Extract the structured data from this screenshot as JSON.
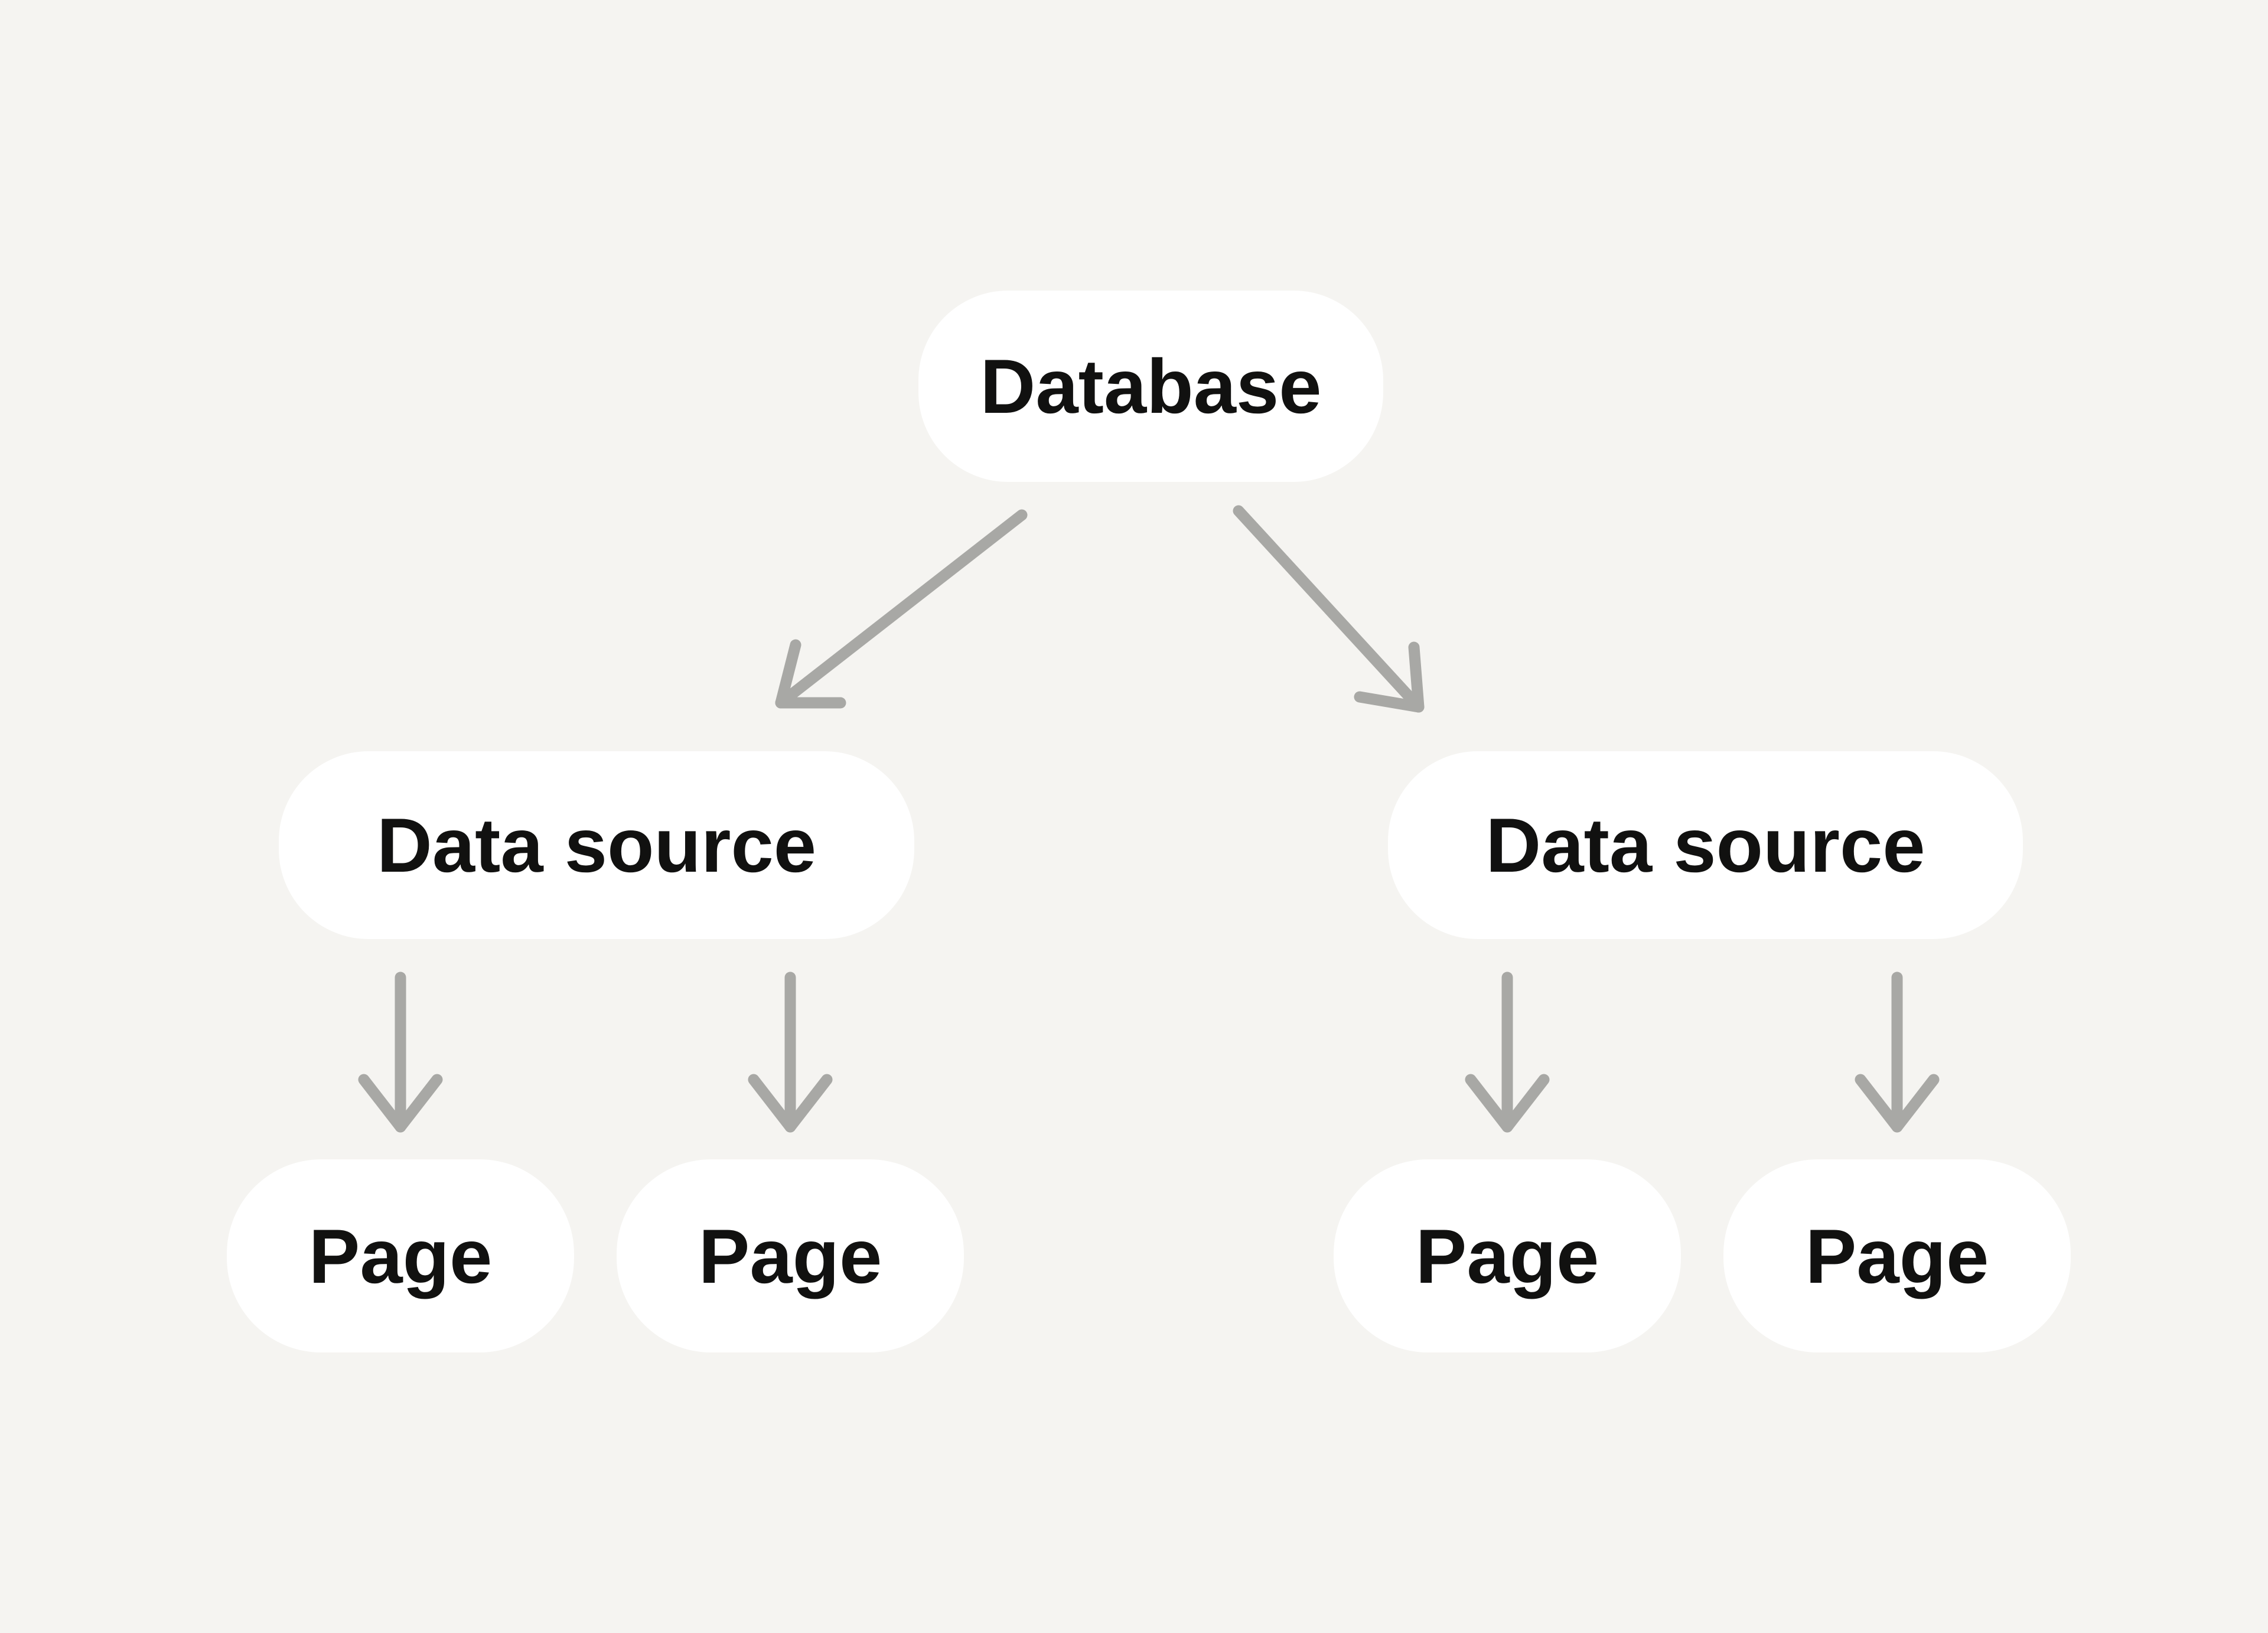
{
  "diagram": {
    "colors": {
      "background": "#F5F4F1",
      "node_fill": "#FFFFFF",
      "label_text": "#111110",
      "arrow": "#A8A8A5"
    },
    "nodes": {
      "database": {
        "label": "Database"
      },
      "datasource_left": {
        "label": "Data source"
      },
      "datasource_right": {
        "label": "Data source"
      },
      "page_left_1": {
        "label": "Page"
      },
      "page_left_2": {
        "label": "Page"
      },
      "page_right_1": {
        "label": "Page"
      },
      "page_right_2": {
        "label": "Page"
      }
    },
    "edges": [
      {
        "from": "database",
        "to": "datasource_left"
      },
      {
        "from": "database",
        "to": "datasource_right"
      },
      {
        "from": "datasource_left",
        "to": "page_left_1"
      },
      {
        "from": "datasource_left",
        "to": "page_left_2"
      },
      {
        "from": "datasource_right",
        "to": "page_right_1"
      },
      {
        "from": "datasource_right",
        "to": "page_right_2"
      }
    ]
  }
}
